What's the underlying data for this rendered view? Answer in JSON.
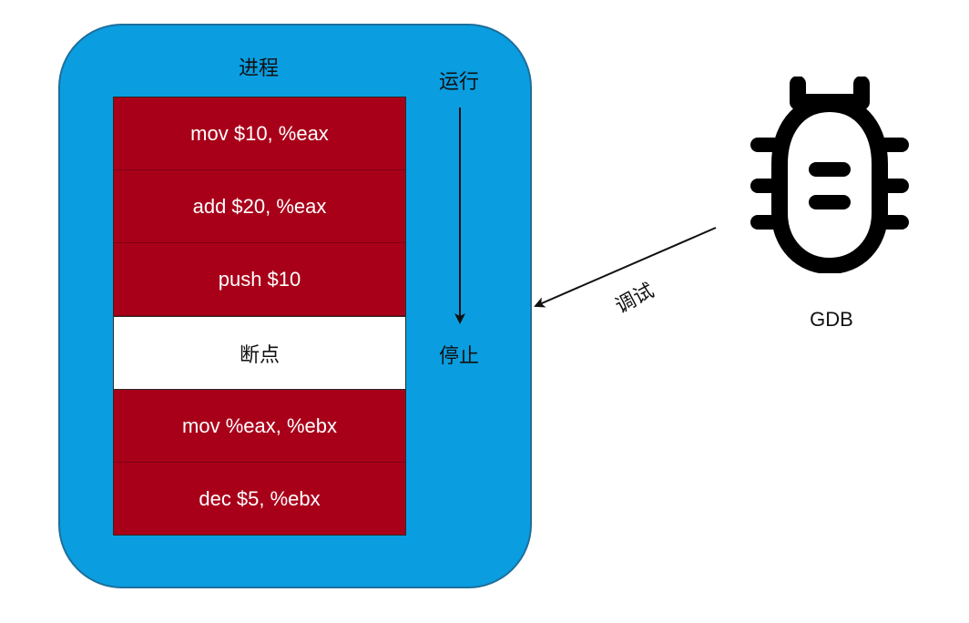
{
  "process": {
    "title": "进程",
    "instructions": [
      "mov $10, %eax",
      "add $20, %eax",
      "push $10",
      "断点",
      "mov %eax, %ebx",
      "dec $5, %ebx"
    ],
    "breakpoint_index": 3,
    "run_label": "运行",
    "stop_label": "停止"
  },
  "debugger": {
    "arrow_label": "调试",
    "name": "GDB",
    "icon": "bug-icon"
  },
  "colors": {
    "process_fill": "#0a9de0",
    "instruction_fill": "#a9001a",
    "breakpoint_fill": "#ffffff",
    "arrow": "#111111"
  }
}
